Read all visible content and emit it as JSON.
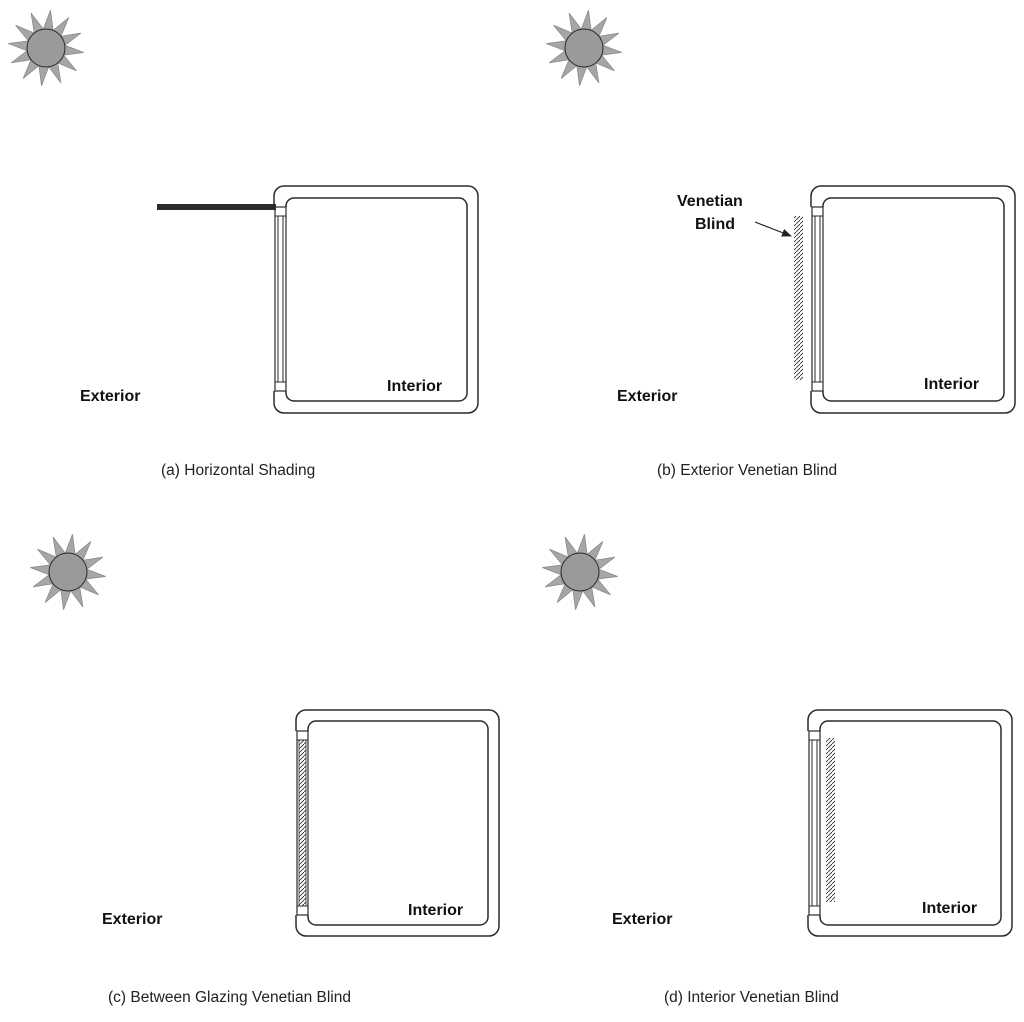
{
  "colors": {
    "line": "#2a2a2a",
    "sun_fill": "#9a9a9a",
    "sun_rays": "#a6a6a6",
    "shading_bar": "#2b2b2b"
  },
  "panels": [
    {
      "exterior_label": "Exterior",
      "interior_label": "Interior",
      "caption": "(a) Horizontal Shading"
    },
    {
      "exterior_label": "Exterior",
      "interior_label": "Interior",
      "caption": "(b) Exterior Venetian Blind",
      "blind_label_line1": "Venetian",
      "blind_label_line2": "Blind"
    },
    {
      "exterior_label": "Exterior",
      "interior_label": "Interior",
      "caption": "(c) Between Glazing Venetian Blind"
    },
    {
      "exterior_label": "Exterior",
      "interior_label": "Interior",
      "caption": "(d) Interior Venetian Blind"
    }
  ]
}
